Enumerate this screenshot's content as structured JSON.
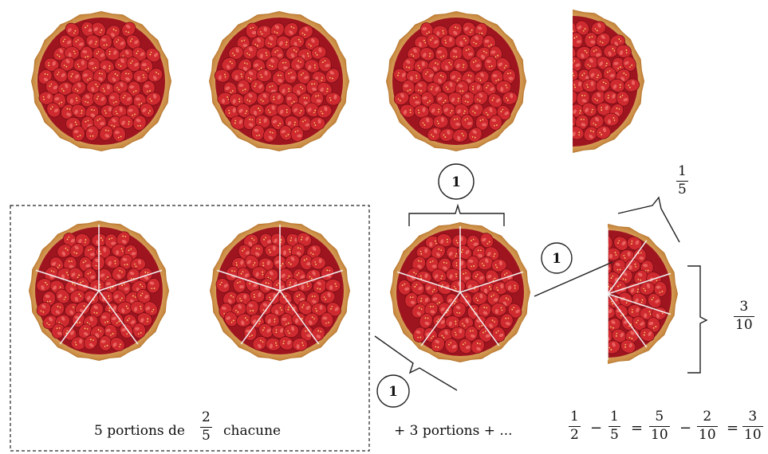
{
  "colors": {
    "crust": "#d9a25a",
    "crust_dark": "#b8772f",
    "filling": "#9e1520",
    "strawberry": "#cf2a30",
    "strawberry_light": "#ee6d66",
    "cut_line": "#f3f3f3",
    "line": "#222222"
  },
  "markers": {
    "one_label": "1"
  },
  "labels": {
    "one_fifth": {
      "num": "1",
      "den": "5"
    },
    "three_tenths": {
      "num": "3",
      "den": "10"
    }
  },
  "caption": {
    "prefix": "5 portions de",
    "frac": {
      "num": "2",
      "den": "5"
    },
    "suffix": "chacune"
  },
  "plus_text": "+ 3 portions + ...",
  "equation": {
    "terms": [
      {
        "num": "1",
        "den": "2"
      },
      {
        "num": "1",
        "den": "5"
      },
      {
        "num": "5",
        "den": "10"
      },
      {
        "num": "2",
        "den": "10"
      },
      {
        "num": "3",
        "den": "10"
      }
    ],
    "ops": [
      "−",
      "=",
      "−",
      "="
    ]
  }
}
